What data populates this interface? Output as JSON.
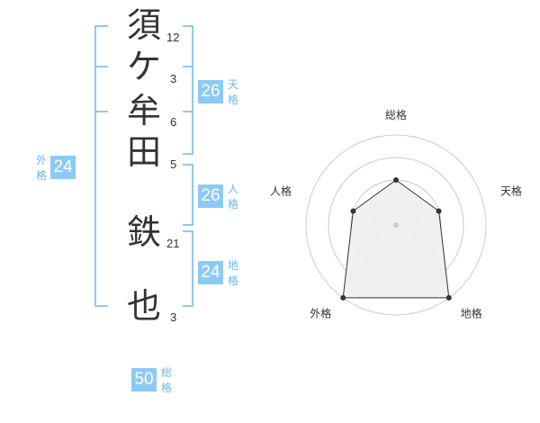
{
  "name_chars": [
    {
      "char": "須",
      "strokes": "12"
    },
    {
      "char": "ケ",
      "strokes": "3"
    },
    {
      "char": "牟",
      "strokes": "6"
    },
    {
      "char": "田",
      "strokes": "5"
    },
    {
      "char": "鉄",
      "strokes": "21"
    },
    {
      "char": "也",
      "strokes": "3"
    }
  ],
  "fortune": {
    "tenkaku": {
      "value": "26",
      "label": "天格"
    },
    "jinkaku": {
      "value": "26",
      "label": "人格"
    },
    "chikaku": {
      "value": "24",
      "label": "地格"
    },
    "gaikaku": {
      "value": "24",
      "label": "外格"
    },
    "soukaku": {
      "value": "50",
      "label": "総格"
    }
  },
  "radar": {
    "axes": [
      "総格",
      "天格",
      "地格",
      "外格",
      "人格"
    ],
    "levels": 4,
    "values": [
      2,
      2,
      4,
      4,
      2
    ],
    "max": 4
  },
  "colors": {
    "bracket": "#6bb9ea",
    "badge_bg": "#8ccaf5",
    "badge_label": "#6bb9ea",
    "radar_grid": "#cccccc",
    "radar_fill": "#eeeeee",
    "radar_line": "#333333"
  }
}
